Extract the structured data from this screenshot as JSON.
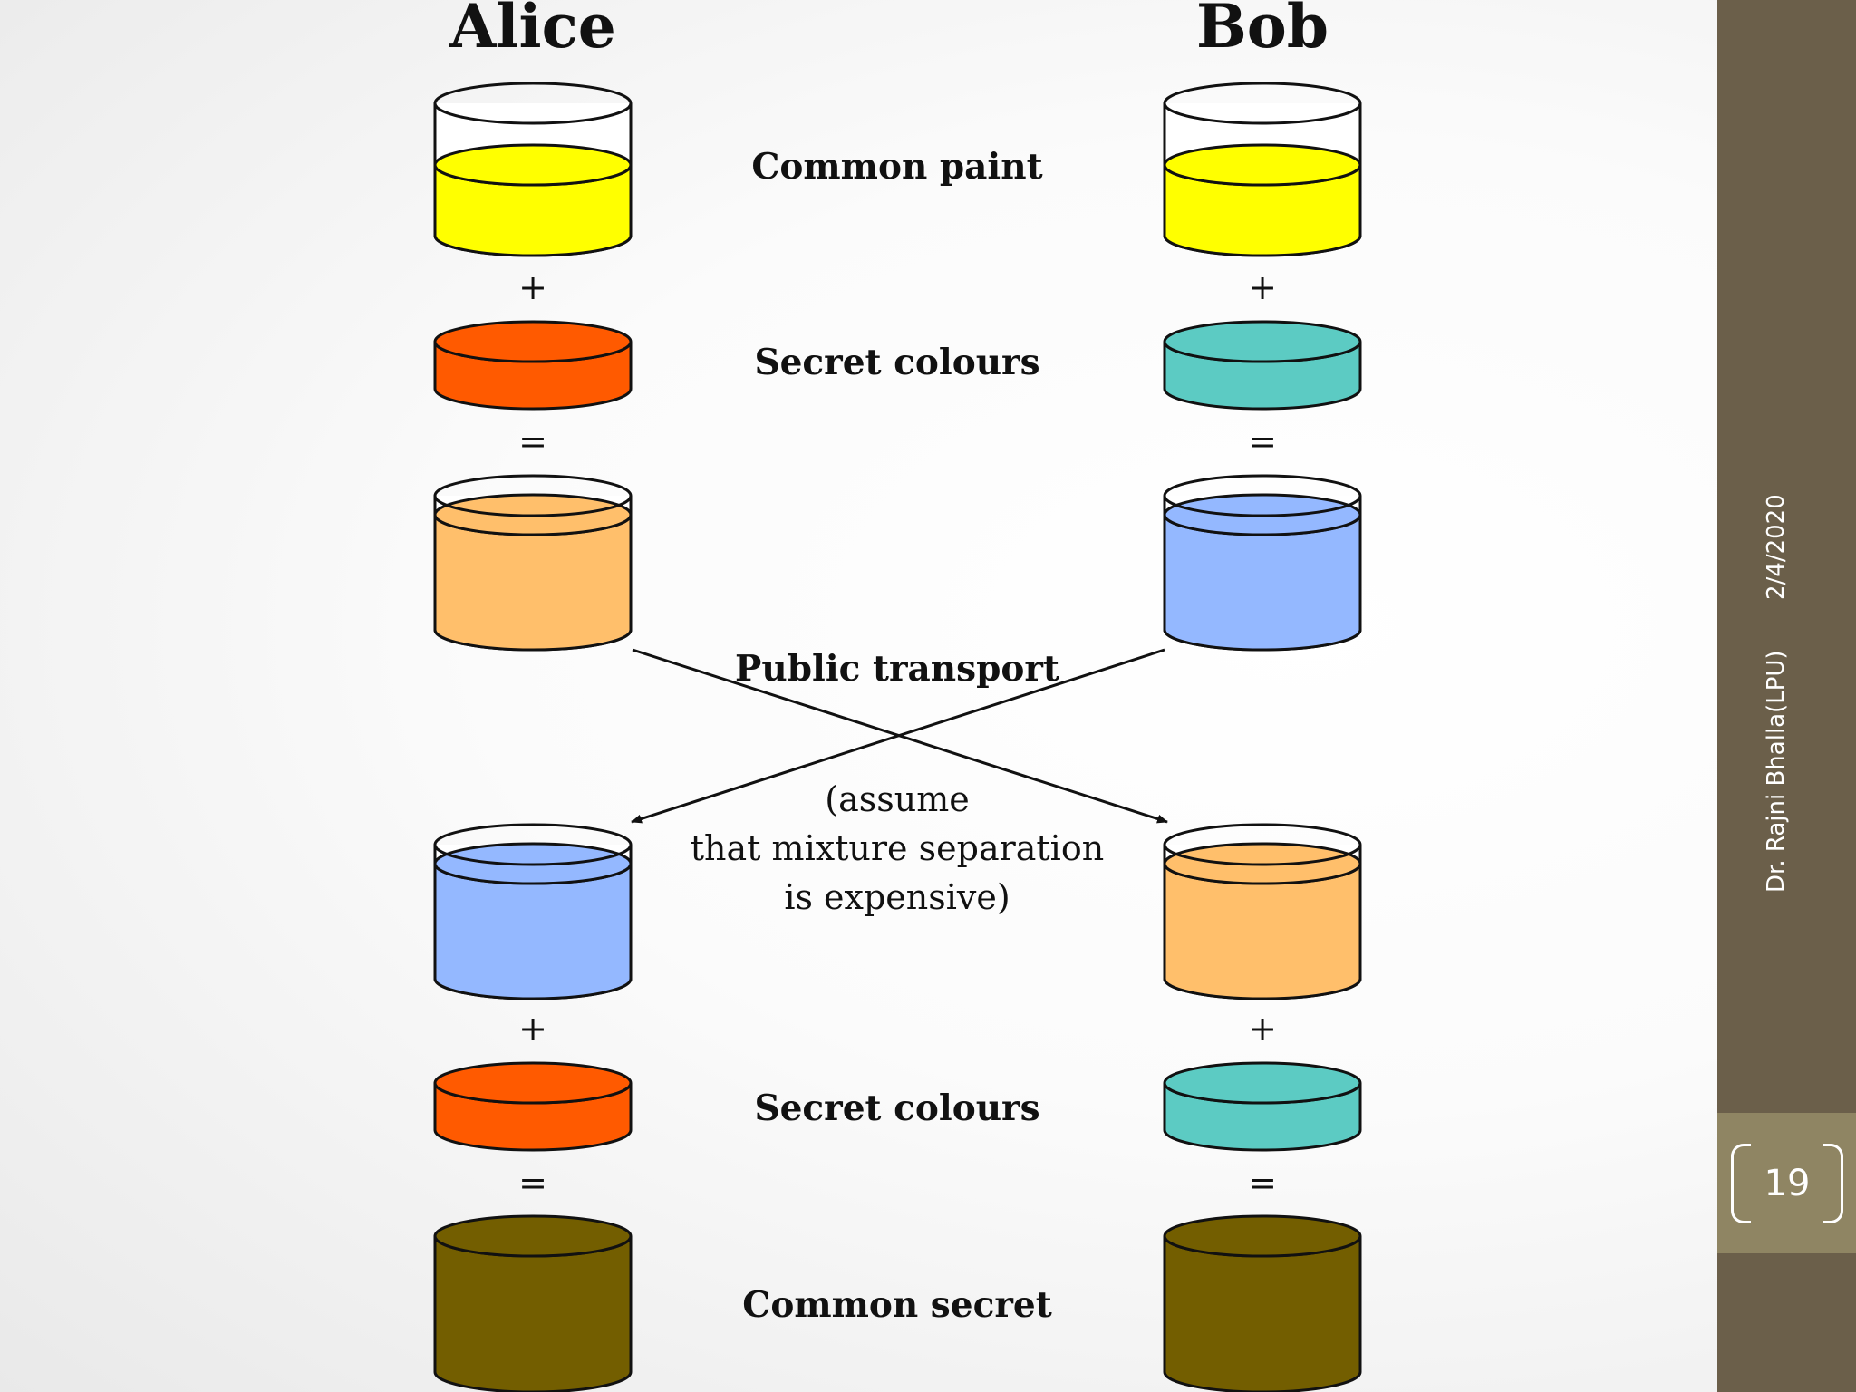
{
  "diagram": {
    "left_title": "Alice",
    "right_title": "Bob",
    "labels": {
      "common_paint": "Common paint",
      "secret_colours_1": "Secret colours",
      "public_transport": "Public transport",
      "note_line1": "(assume",
      "note_line2": "that mixture separation",
      "note_line3": "is expensive)",
      "secret_colours_2": "Secret colours",
      "common_secret": "Common secret"
    },
    "operators": {
      "plus": "+",
      "equals": "="
    },
    "colors": {
      "common_paint": "#ffff00",
      "alice_secret": "#ff5a00",
      "bob_secret": "#5ccbc3",
      "alice_mixture": "#ffbf6b",
      "bob_mixture": "#94b8ff",
      "common_secret": "#735e00",
      "outline": "#111111"
    }
  },
  "footer": {
    "date": "2/4/2020",
    "author": "Dr. Rajni Bhalla(LPU)",
    "slide_number": "19"
  }
}
